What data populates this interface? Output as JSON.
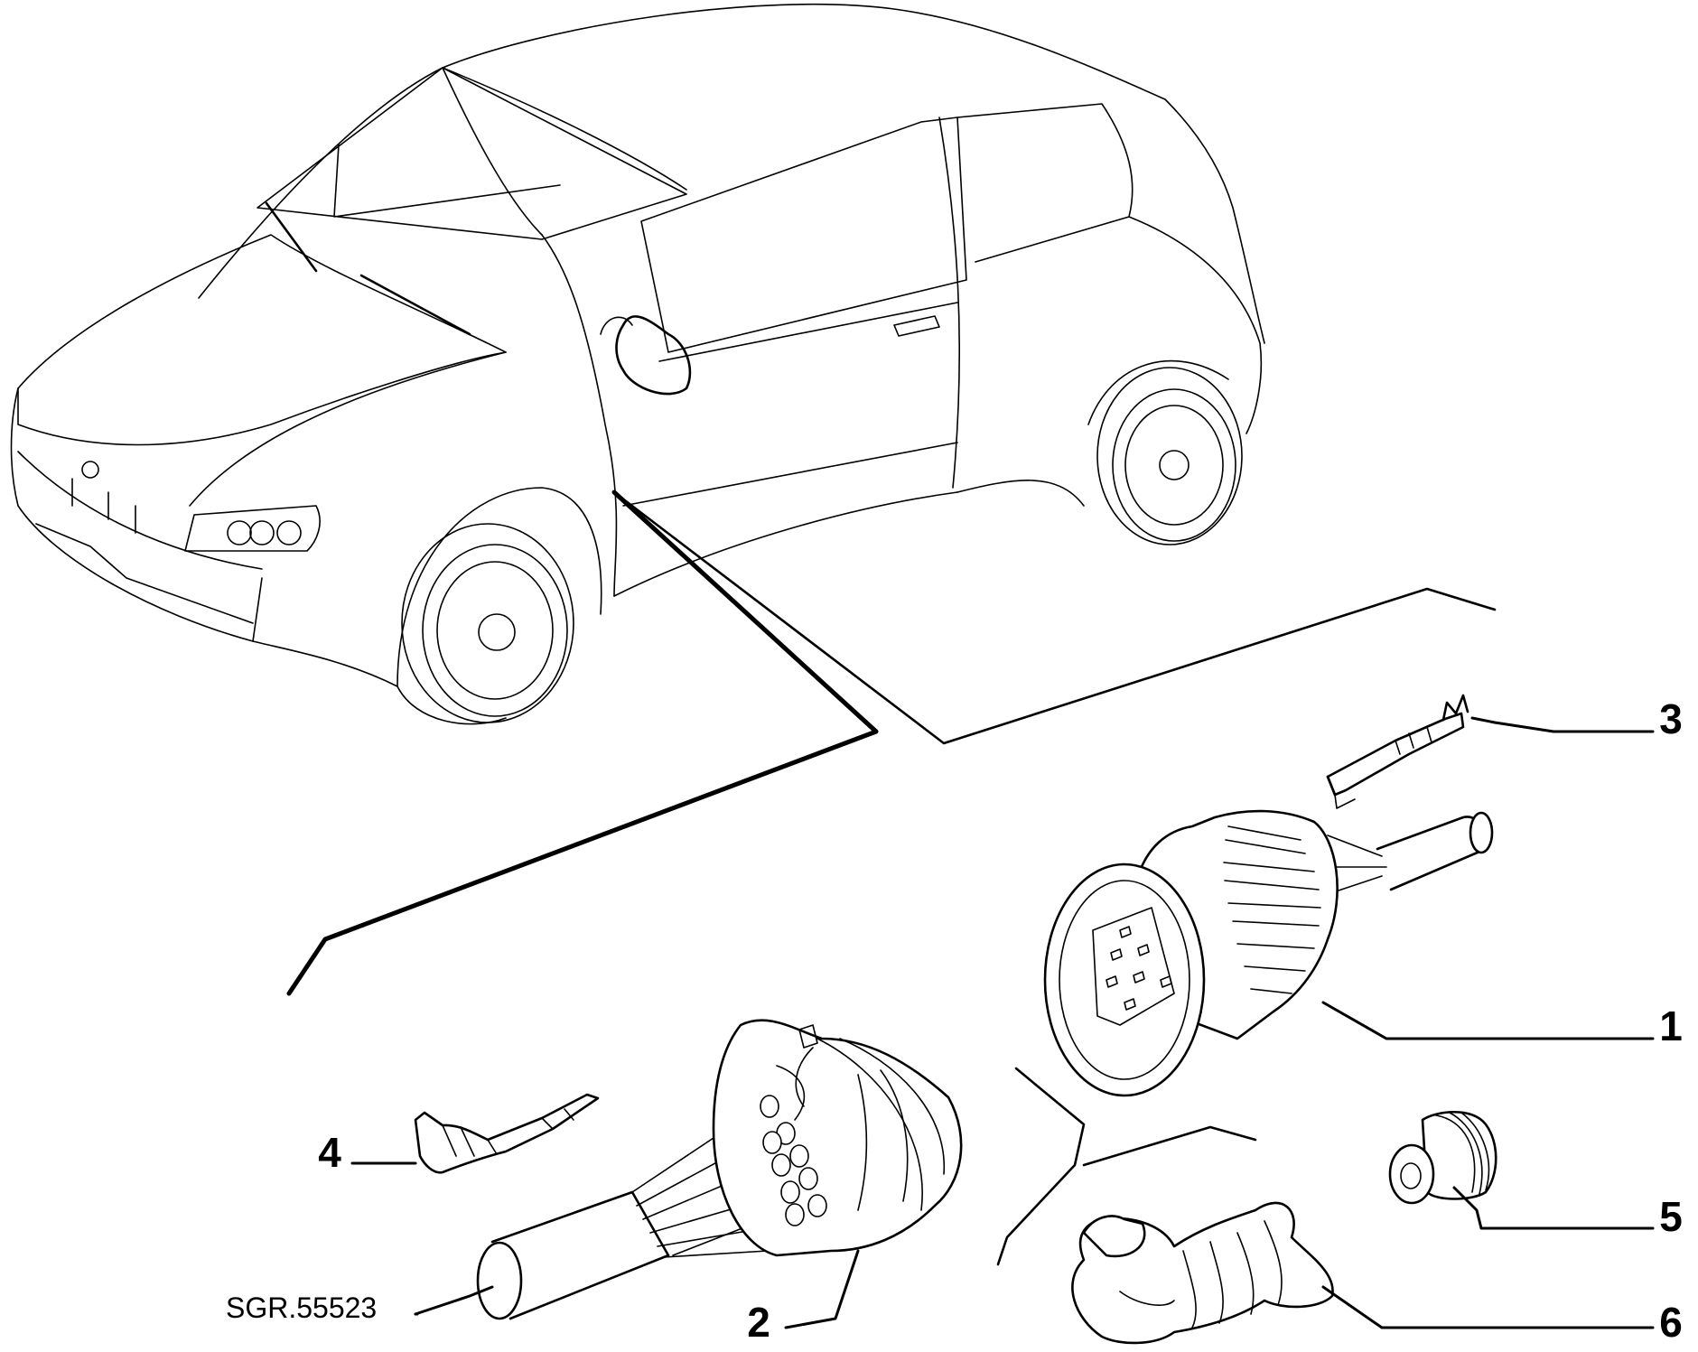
{
  "drawing_code": "SGR.55523",
  "callouts": [
    {
      "id": "1",
      "label": "1"
    },
    {
      "id": "2",
      "label": "2"
    },
    {
      "id": "3",
      "label": "3"
    },
    {
      "id": "4",
      "label": "4"
    },
    {
      "id": "5",
      "label": "5"
    },
    {
      "id": "6",
      "label": "6"
    }
  ],
  "colors": {
    "ink": "#000000",
    "background": "#ffffff"
  }
}
